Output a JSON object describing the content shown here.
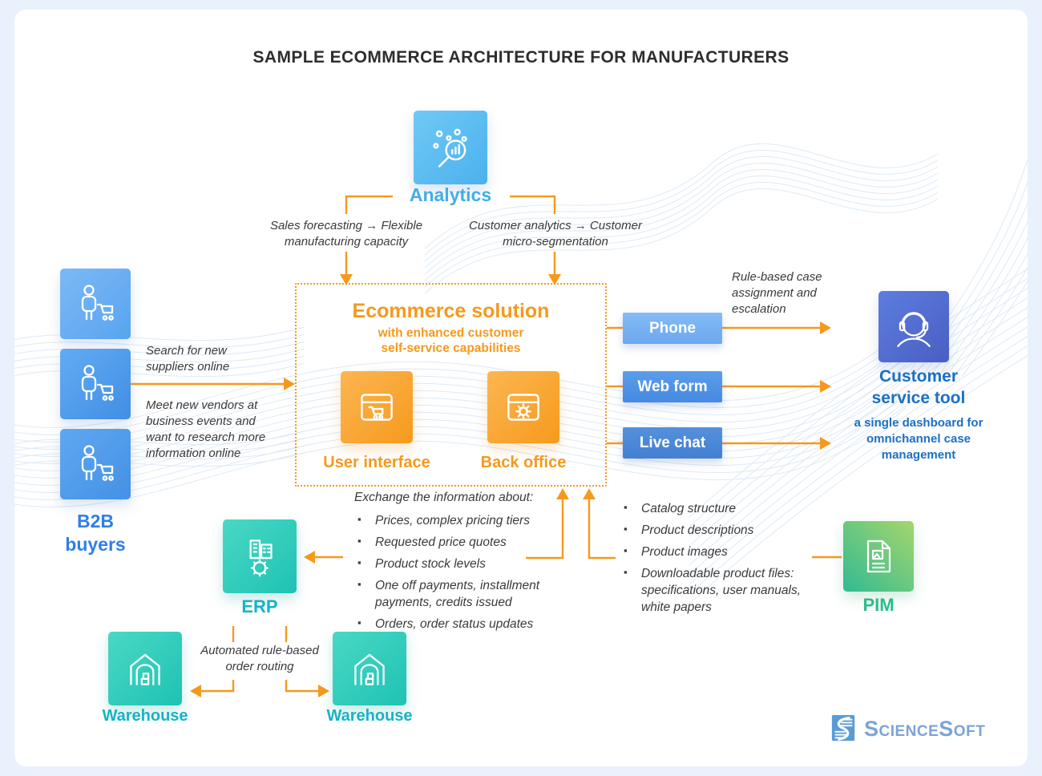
{
  "title": "SAMPLE ECOMMERCE ARCHITECTURE FOR MANUFACTURERS",
  "analytics": {
    "label": "Analytics",
    "left_note": "Sales forecasting → Flexible\nmanufacturing capacity",
    "right_note": "Customer analytics → Customer\nmicro-segmentation"
  },
  "ecommerce_box": {
    "title": "Ecommerce solution",
    "subtitle": "with enhanced customer\nself-service capabilities",
    "modules": [
      {
        "label": "User interface"
      },
      {
        "label": "Back office"
      }
    ]
  },
  "b2b": {
    "label": "B2B\nbuyers",
    "search_note": "Search for new\nsuppliers online",
    "meet_note": "Meet new vendors at\nbusiness events and\nwant to research more\ninformation online"
  },
  "channels": [
    {
      "label": "Phone"
    },
    {
      "label": "Web form"
    },
    {
      "label": "Live chat"
    }
  ],
  "customer_service": {
    "routing_note": "Rule-based case\nassignment and\nescalation",
    "title": "Customer\nservice tool",
    "description": "a single dashboard for\nomnichannel case\nmanagement"
  },
  "erp_exchange": {
    "list_title": "Exchange the information about:",
    "items": [
      "Prices, complex pricing tiers",
      "Requested price quotes",
      "Product stock levels",
      "One off payments, installment\npayments, credits issued",
      "Orders, order status updates"
    ],
    "label": "ERP"
  },
  "pim_exchange": {
    "items": [
      "Catalog structure",
      "Product descriptions",
      "Product images",
      "Downloadable product files:\nspecifications, user manuals,\nwhite papers"
    ],
    "label": "PIM"
  },
  "warehouses": {
    "note": "Automated rule-based\norder routing",
    "left_label": "Warehouse",
    "right_label": "Warehouse"
  },
  "logo": {
    "text": "ScienceSoft"
  },
  "colors": {
    "accent_orange": "#F6991C",
    "analytics_blue": "#41AEEA",
    "b2b_blue": "#2E7FE8",
    "service_blue": "#1B6FC5",
    "teal": "#14B4C6",
    "pim_green": "#2ABD85",
    "channel_phone_blue": "#76B1F3",
    "channel_webform_blue": "#4D92E6",
    "channel_livechat_blue": "#4B88D8",
    "text_dark": "#2D2D2D"
  }
}
